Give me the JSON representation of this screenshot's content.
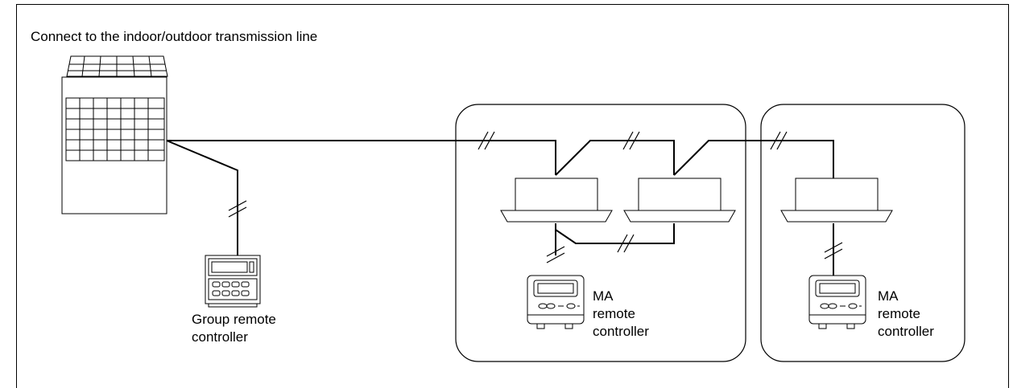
{
  "title": "Connect to the indoor/outdoor transmission line",
  "group_controller": {
    "line1": "Group remote",
    "line2": "controller"
  },
  "ma_controller_group1": {
    "line1": "MA",
    "line2": "remote",
    "line3": "controller"
  },
  "ma_controller_group2": {
    "line1": "MA",
    "line2": "remote",
    "line3": "controller"
  },
  "colors": {
    "stroke": "#000000",
    "background": "#ffffff"
  },
  "icons": [
    "outdoor-unit-icon",
    "indoor-unit-icon",
    "group-remote-controller-icon",
    "ma-remote-controller-icon"
  ]
}
